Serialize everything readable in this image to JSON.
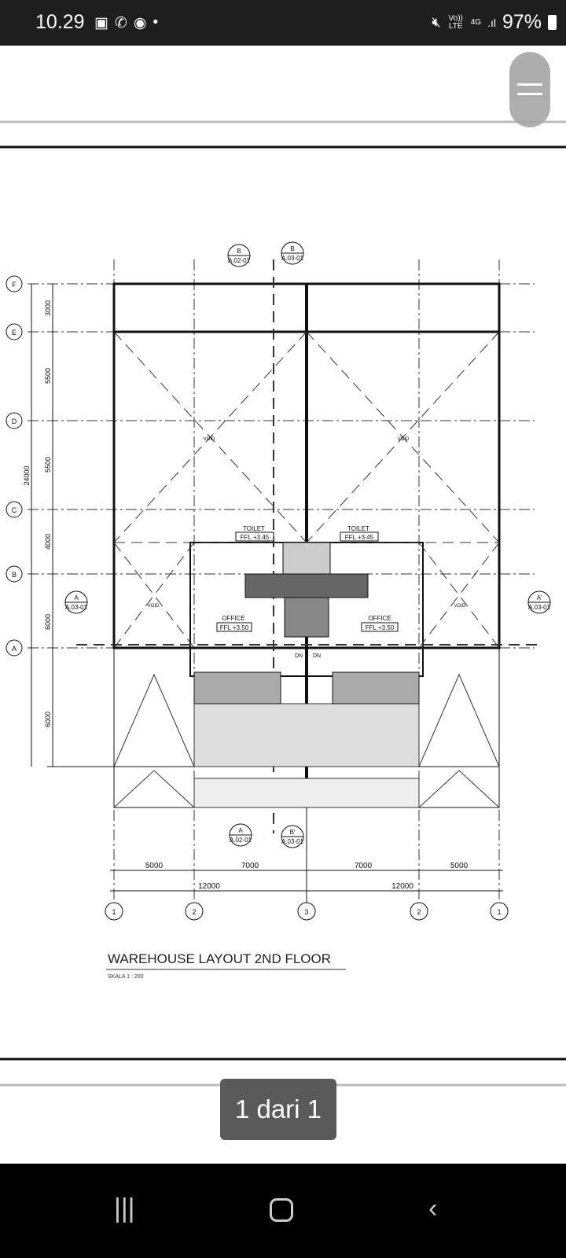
{
  "status": {
    "time": "10.29",
    "notif_icons": [
      "gallery-icon",
      "whatsapp-icon",
      "app-icon",
      "dot-icon"
    ],
    "volte": "Vo)) LTE",
    "network": "4G",
    "battery": "97%"
  },
  "drawing": {
    "title": "WAREHOUSE LAYOUT 2ND FLOOR",
    "scale": "SKALA 1 : 200",
    "row_grid": [
      "F",
      "E",
      "D",
      "C",
      "B",
      "A"
    ],
    "row_dims": [
      "3000",
      "5500",
      "5500",
      "4000",
      "6000",
      "6000"
    ],
    "row_total": "24000",
    "col_grid": [
      "1",
      "2",
      "3",
      "2",
      "1"
    ],
    "col_dims": [
      "5000",
      "7000",
      "7000",
      "5000"
    ],
    "col_totals": [
      "12000",
      "12000"
    ],
    "void": "VOID",
    "office": "OFFICE",
    "office_ffl": "FFL +3.50",
    "toilet": "TOILET",
    "toilet_ffl": "FFL +3.45",
    "dn": "DN",
    "sections": [
      {
        "l": "B",
        "r": "A.02-01"
      },
      {
        "l": "B",
        "r": "A.03-01"
      },
      {
        "l": "A",
        "r": "A.03-01"
      },
      {
        "l": "A'",
        "r": "A.03-01"
      },
      {
        "l": "A",
        "r": "A.02-01"
      },
      {
        "l": "B'",
        "r": "A.03-01"
      }
    ]
  },
  "viewer": {
    "page_indicator": "1 dari 1"
  }
}
